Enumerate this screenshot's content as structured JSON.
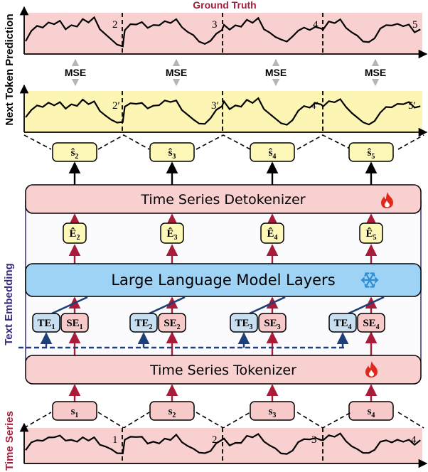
{
  "ground_truth": {
    "title": "Ground Truth",
    "segment_labels": [
      "2",
      "3",
      "4",
      "5"
    ]
  },
  "prediction": {
    "segment_labels": [
      "2′",
      "3′",
      "4′",
      "5′"
    ]
  },
  "side_labels": {
    "next_token_prediction": "Next Token Prediction",
    "text_embedding": "Text Embedding",
    "time_series": "Time Series"
  },
  "mse_label": "MSE",
  "output_tokens": [
    {
      "base": "ŝ",
      "sub": "2"
    },
    {
      "base": "ŝ",
      "sub": "3"
    },
    {
      "base": "ŝ",
      "sub": "4"
    },
    {
      "base": "ŝ",
      "sub": "5"
    }
  ],
  "detokenizer": {
    "label": "Time Series Detokenizer",
    "icon": "flame-icon"
  },
  "embed_tokens": [
    {
      "base": "Ê",
      "sub": "2"
    },
    {
      "base": "Ê",
      "sub": "3"
    },
    {
      "base": "Ê",
      "sub": "4"
    },
    {
      "base": "Ê",
      "sub": "5"
    }
  ],
  "llm": {
    "label": "Large Language Model Layers",
    "icon": "snowflake-icon"
  },
  "text_embeddings": [
    {
      "base": "TE",
      "sub": "1"
    },
    {
      "base": "TE",
      "sub": "2"
    },
    {
      "base": "TE",
      "sub": "3"
    },
    {
      "base": "TE",
      "sub": "4"
    }
  ],
  "series_embeddings": [
    {
      "base": "SE",
      "sub": "1"
    },
    {
      "base": "SE",
      "sub": "2"
    },
    {
      "base": "SE",
      "sub": "3"
    },
    {
      "base": "SE",
      "sub": "4"
    }
  ],
  "tokenizer": {
    "label": "Time Series Tokenizer",
    "icon": "flame-icon"
  },
  "input_tokens": [
    {
      "base": "s",
      "sub": "1"
    },
    {
      "base": "s",
      "sub": "2"
    },
    {
      "base": "s",
      "sub": "3"
    },
    {
      "base": "s",
      "sub": "4"
    }
  ],
  "input_series": {
    "segment_labels": [
      "1",
      "2",
      "3",
      "4"
    ]
  },
  "colors": {
    "pink_fill": "#f9d0d0",
    "yellow_fill": "#fdf5b3",
    "blue_fill": "#9fd3f5",
    "token_pink": "#f7c9c9",
    "token_yellow": "#fdf7b8",
    "token_blue": "#c8dff2",
    "crimson": "#a81c3a",
    "navy": "#1d3f7a",
    "purple": "#3b2a7a",
    "flame": "#e0281c",
    "snow": "#2f8fd6"
  }
}
